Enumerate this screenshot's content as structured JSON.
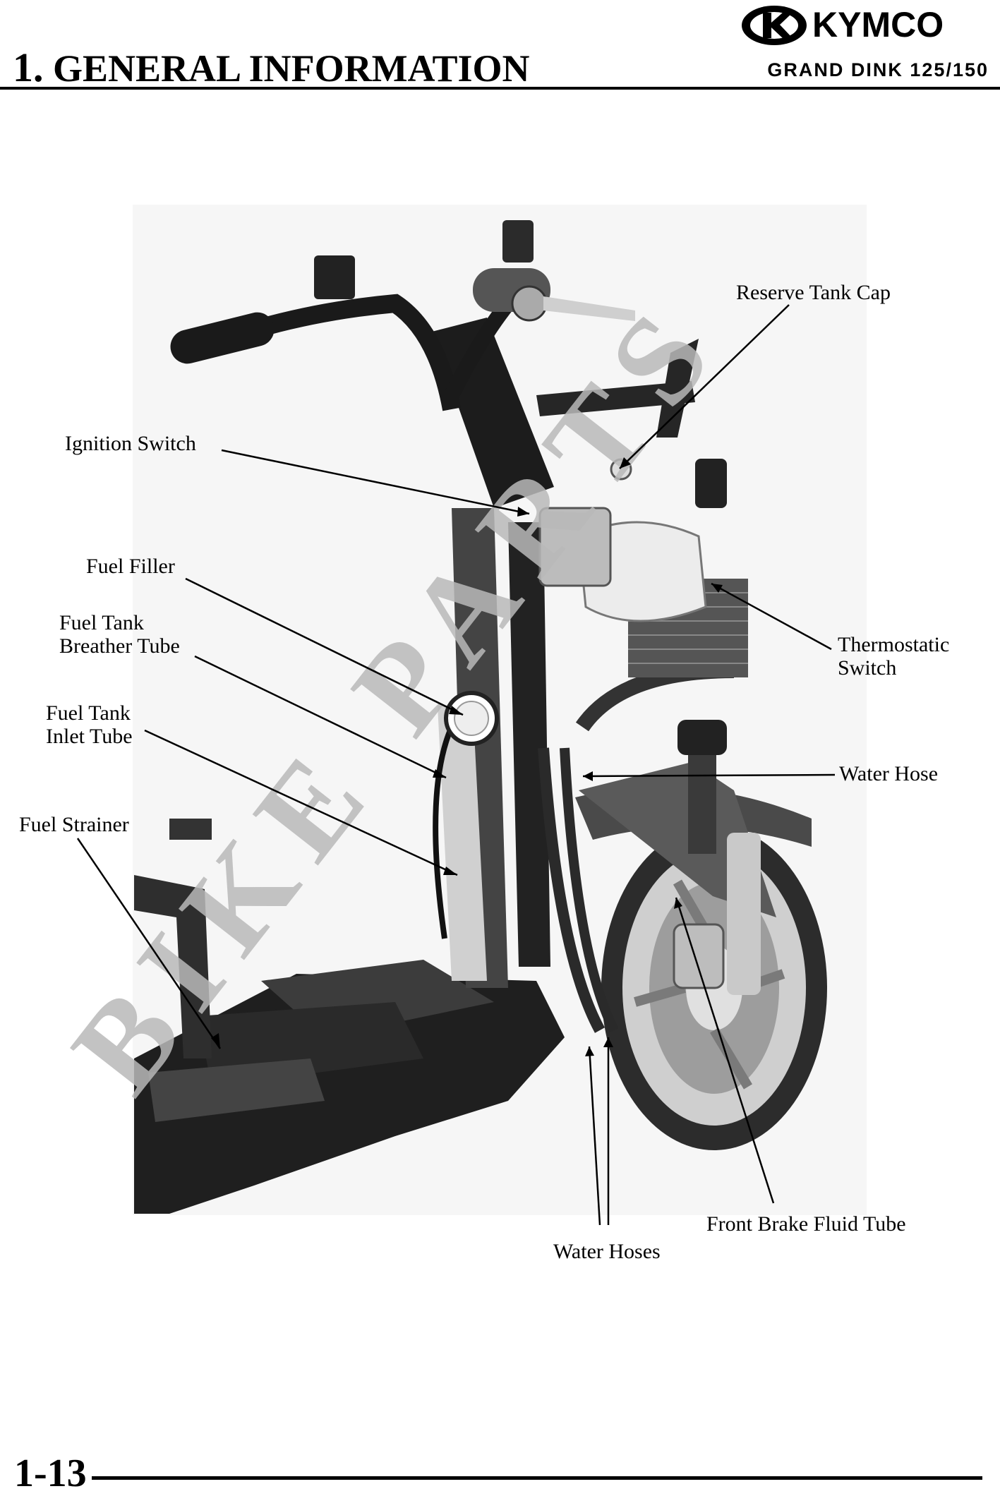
{
  "header": {
    "chapter_number": "1.",
    "chapter_title": "GENERAL INFORMATION",
    "brand": "KYMCO",
    "model": "GRAND DINK 125/150"
  },
  "watermark": "BIKE PARTS",
  "labels": {
    "reserve_tank_cap": "Reserve Tank Cap",
    "ignition_switch": "Ignition Switch",
    "fuel_filler": "Fuel Filler",
    "fuel_tank_breather_tube_l1": "Fuel Tank",
    "fuel_tank_breather_tube_l2": "Breather Tube",
    "fuel_tank_inlet_tube_l1": "Fuel Tank",
    "fuel_tank_inlet_tube_l2": "Inlet Tube",
    "fuel_strainer": "Fuel Strainer",
    "thermostatic_switch_l1": "Thermostatic",
    "thermostatic_switch_l2": "Switch",
    "water_hose": "Water Hose",
    "front_brake_fluid_tube": "Front Brake Fluid Tube",
    "water_hoses": "Water Hoses"
  },
  "footer": {
    "page_number": "1-13"
  }
}
